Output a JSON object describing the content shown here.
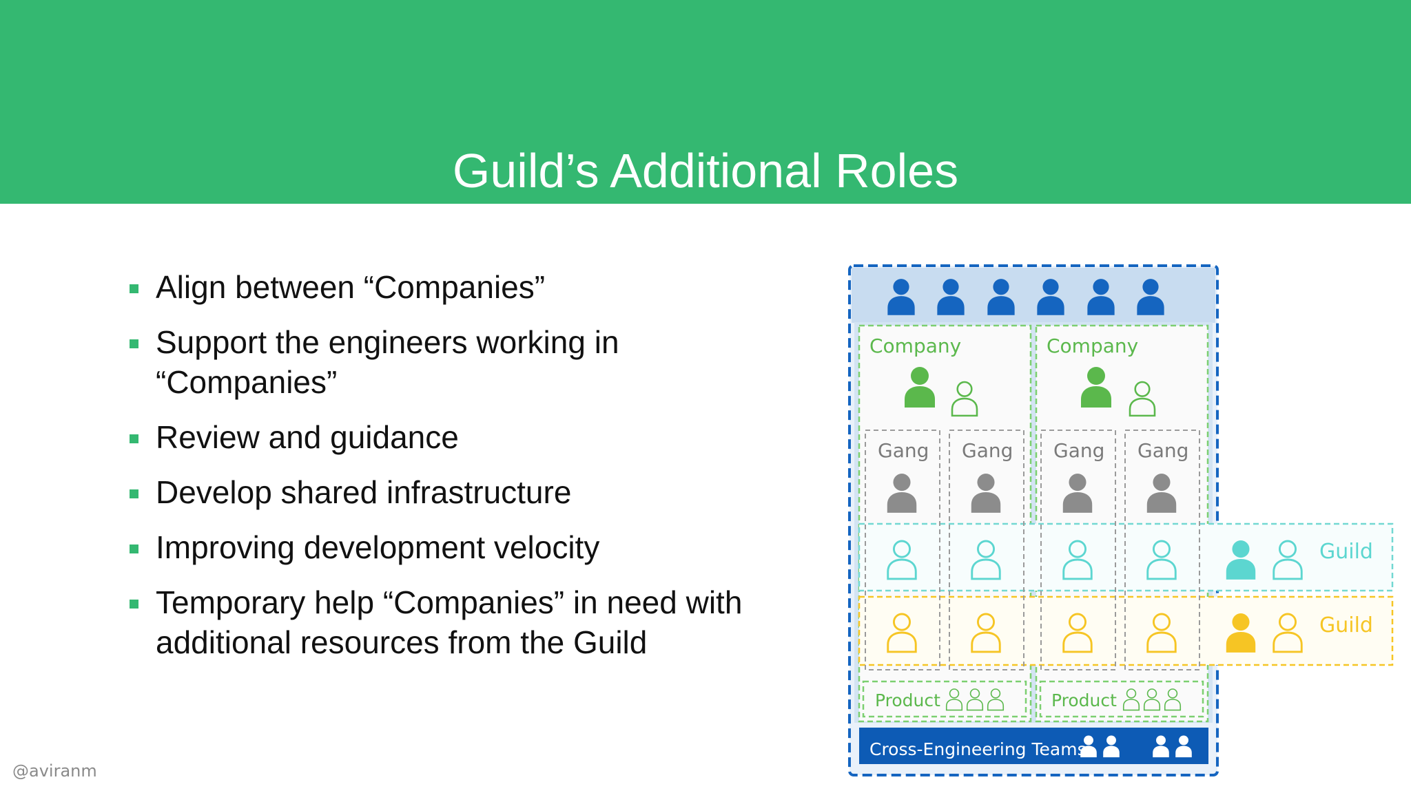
{
  "slide": {
    "title": "Guild’s Additional Roles",
    "bullets": [
      [
        "Align between “Companies”"
      ],
      [
        "Support the engineers working in",
        "“Companies”"
      ],
      [
        "Review and guidance"
      ],
      [
        "Develop shared infrastructure"
      ],
      [
        "Improving development velocity"
      ],
      [
        "Temporary help “Companies” in need with",
        "additional resources from the Guild"
      ]
    ],
    "handle": "@aviranm"
  },
  "diagram": {
    "company_label": "Company",
    "gang_label": "Gang",
    "guild_label": "Guild",
    "product_label": "Product",
    "cross_teams_label": "Cross-Engineering Teams",
    "colors": {
      "header_green": "#34b871",
      "company_green": "#5bb84c",
      "gang_gray": "#8c8c8c",
      "guild_teal": "#5cd6d0",
      "guild_yellow": "#f6c524",
      "blue": "#1565c0",
      "panel_light": "#c8dcf0",
      "dark_blue_bar": "#0d5bb5"
    },
    "icons": [
      "person-icon",
      "person-outline-icon",
      "bullet-square-icon"
    ]
  }
}
